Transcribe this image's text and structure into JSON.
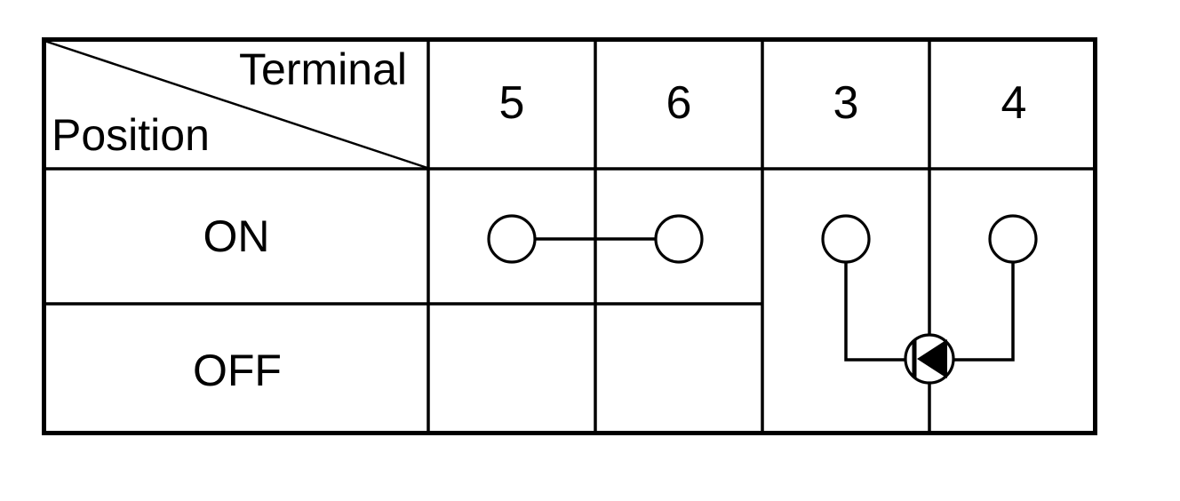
{
  "header": {
    "corner_top_label": "Terminal",
    "corner_bottom_label": "Position",
    "terminals": [
      "5",
      "6",
      "3",
      "4"
    ]
  },
  "rows": [
    {
      "label": "ON"
    },
    {
      "label": "OFF"
    }
  ],
  "connections": [
    {
      "position": "ON",
      "terminals": [
        "5",
        "6"
      ],
      "symbol": "contact-bridge"
    },
    {
      "position": "ON+OFF",
      "terminals": [
        "3",
        "4"
      ],
      "symbol": "circled-diode-lamp"
    }
  ],
  "colors": {
    "line": "#000000",
    "background": "#ffffff"
  }
}
